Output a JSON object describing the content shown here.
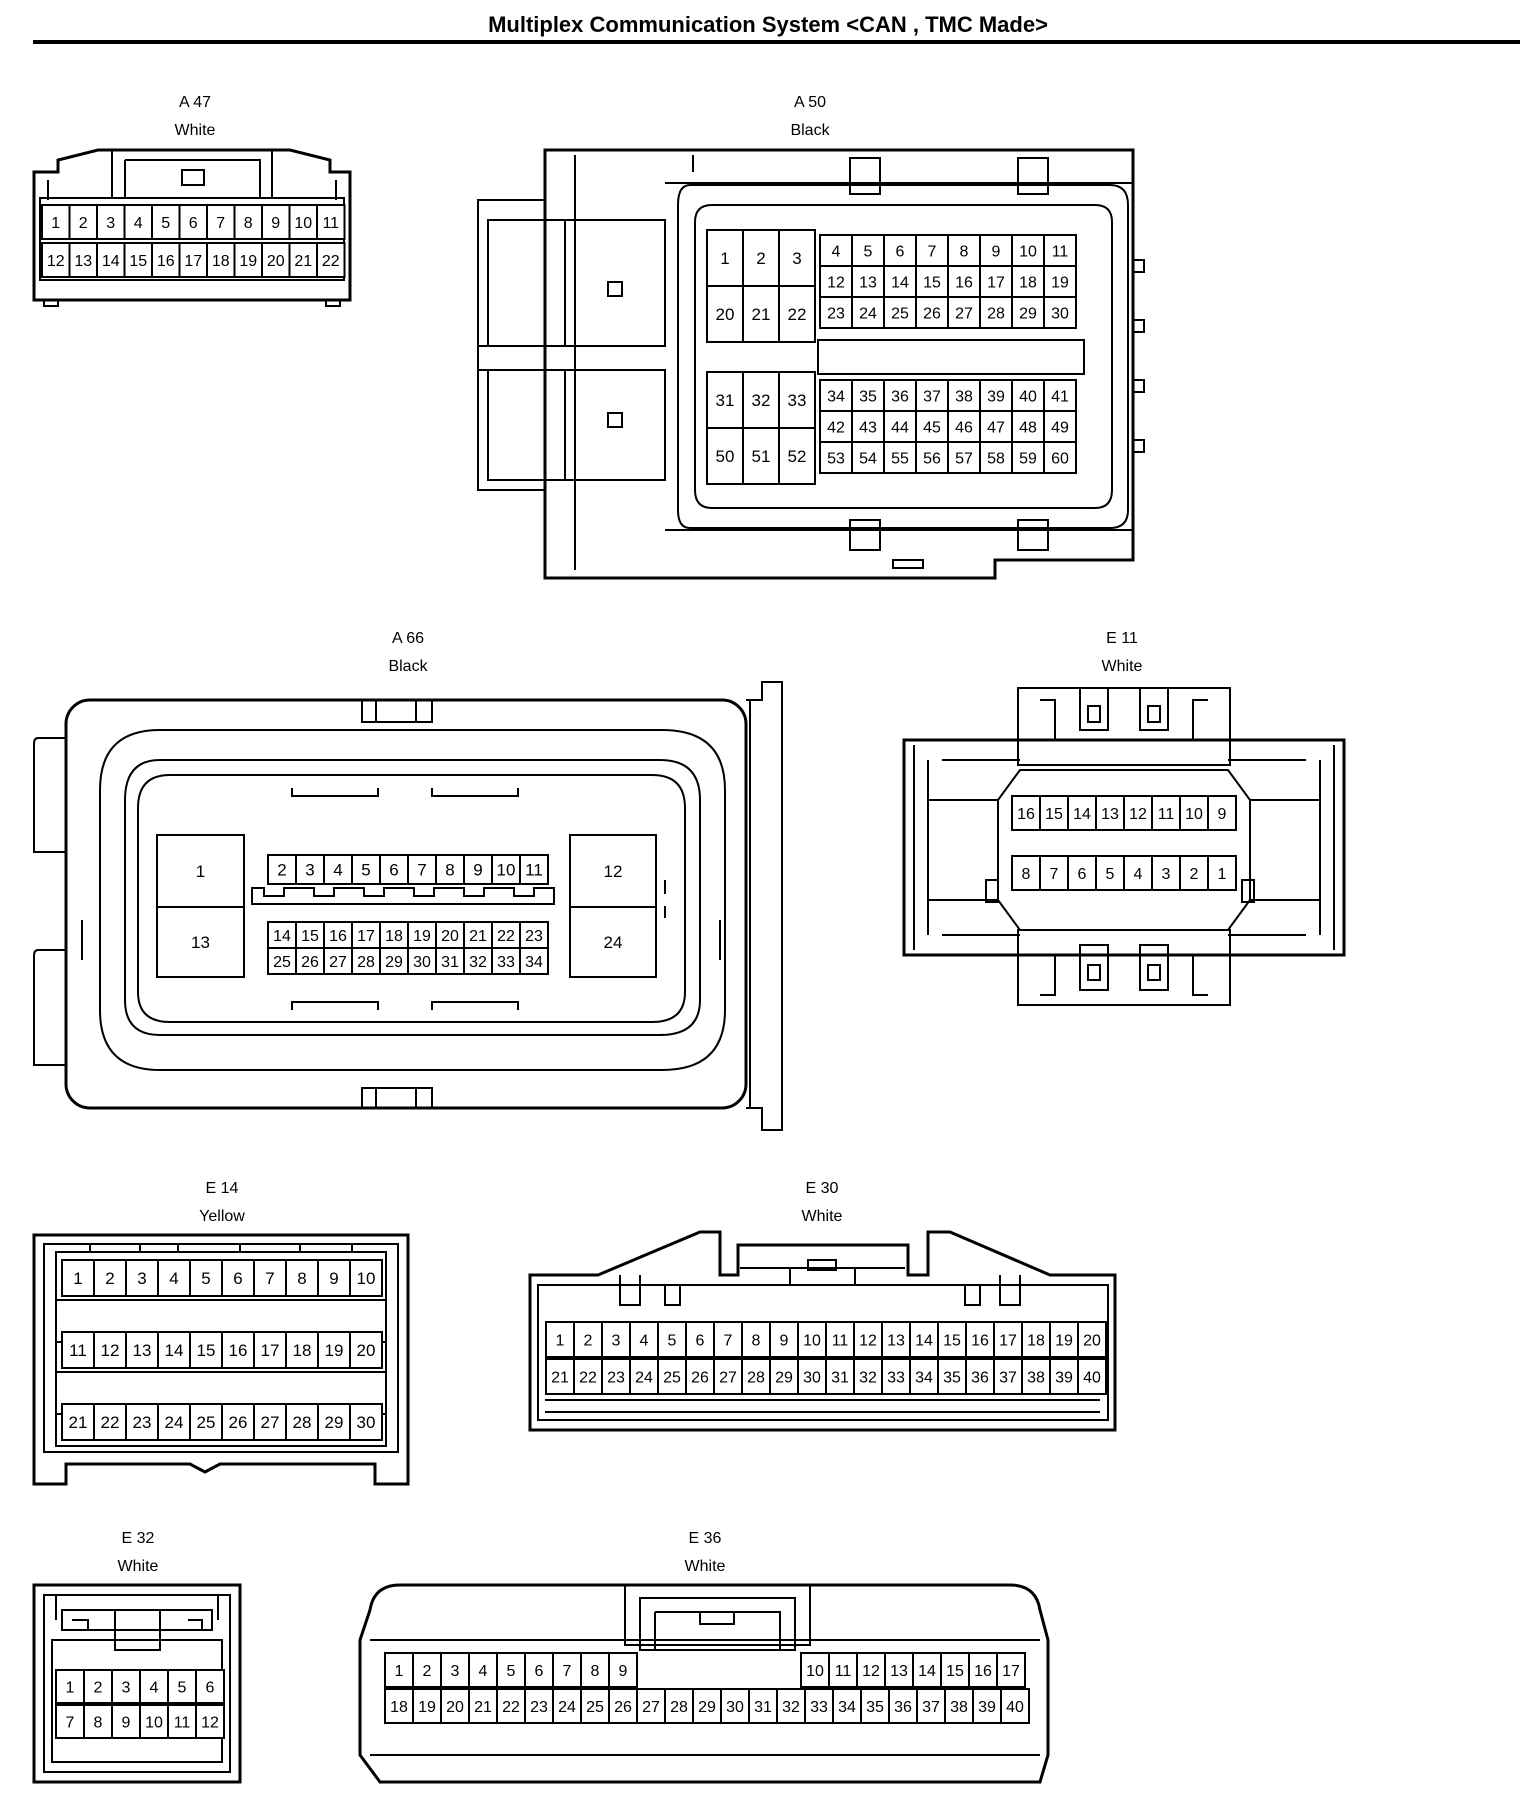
{
  "page": {
    "title": "Multiplex Communication System <CAN , TMC Made>"
  },
  "connectors": {
    "A47": {
      "name": "A 47",
      "color": "White",
      "rows": [
        [
          "1",
          "2",
          "3",
          "4",
          "5",
          "6",
          "7",
          "8",
          "9",
          "10",
          "11"
        ],
        [
          "12",
          "13",
          "14",
          "15",
          "16",
          "17",
          "18",
          "19",
          "20",
          "21",
          "22"
        ]
      ]
    },
    "A50": {
      "name": "A 50",
      "color": "Black",
      "small_top": [
        [
          "1",
          "2",
          "3"
        ],
        [
          "20",
          "21",
          "22"
        ]
      ],
      "grid_top": [
        [
          "4",
          "5",
          "6",
          "7",
          "8",
          "9",
          "10",
          "11"
        ],
        [
          "12",
          "13",
          "14",
          "15",
          "16",
          "17",
          "18",
          "19"
        ],
        [
          "23",
          "24",
          "25",
          "26",
          "27",
          "28",
          "29",
          "30"
        ]
      ],
      "small_bottom": [
        [
          "31",
          "32",
          "33"
        ],
        [
          "50",
          "51",
          "52"
        ]
      ],
      "grid_bottom": [
        [
          "34",
          "35",
          "36",
          "37",
          "38",
          "39",
          "40",
          "41"
        ],
        [
          "42",
          "43",
          "44",
          "45",
          "46",
          "47",
          "48",
          "49"
        ],
        [
          "53",
          "54",
          "55",
          "56",
          "57",
          "58",
          "59",
          "60"
        ]
      ]
    },
    "A66": {
      "name": "A 66",
      "color": "Black",
      "left_large": [
        "1",
        "13"
      ],
      "top_row": [
        "2",
        "3",
        "4",
        "5",
        "6",
        "7",
        "8",
        "9",
        "10",
        "11"
      ],
      "bottom_rows": [
        [
          "14",
          "15",
          "16",
          "17",
          "18",
          "19",
          "20",
          "21",
          "22",
          "23"
        ],
        [
          "25",
          "26",
          "27",
          "28",
          "29",
          "30",
          "31",
          "32",
          "33",
          "34"
        ]
      ],
      "right_large": [
        "12",
        "24"
      ]
    },
    "E11": {
      "name": "E 11",
      "color": "White",
      "rows": [
        [
          "16",
          "15",
          "14",
          "13",
          "12",
          "11",
          "10",
          "9"
        ],
        [
          "8",
          "7",
          "6",
          "5",
          "4",
          "3",
          "2",
          "1"
        ]
      ]
    },
    "E14": {
      "name": "E 14",
      "color": "Yellow",
      "rows": [
        [
          "1",
          "2",
          "3",
          "4",
          "5",
          "6",
          "7",
          "8",
          "9",
          "10"
        ],
        [
          "11",
          "12",
          "13",
          "14",
          "15",
          "16",
          "17",
          "18",
          "19",
          "20"
        ],
        [
          "21",
          "22",
          "23",
          "24",
          "25",
          "26",
          "27",
          "28",
          "29",
          "30"
        ]
      ]
    },
    "E30": {
      "name": "E 30",
      "color": "White",
      "rows": [
        [
          "1",
          "2",
          "3",
          "4",
          "5",
          "6",
          "7",
          "8",
          "9",
          "10",
          "11",
          "12",
          "13",
          "14",
          "15",
          "16",
          "17",
          "18",
          "19",
          "20"
        ],
        [
          "21",
          "22",
          "23",
          "24",
          "25",
          "26",
          "27",
          "28",
          "29",
          "30",
          "31",
          "32",
          "33",
          "34",
          "35",
          "36",
          "37",
          "38",
          "39",
          "40"
        ]
      ]
    },
    "E32": {
      "name": "E 32",
      "color": "White",
      "rows": [
        [
          "1",
          "2",
          "3",
          "4",
          "5",
          "6"
        ],
        [
          "7",
          "8",
          "9",
          "10",
          "11",
          "12"
        ]
      ]
    },
    "E36": {
      "name": "E 36",
      "color": "White",
      "top_left": [
        "1",
        "2",
        "3",
        "4",
        "5",
        "6",
        "7",
        "8",
        "9"
      ],
      "top_right": [
        "10",
        "11",
        "12",
        "13",
        "14",
        "15",
        "16",
        "17"
      ],
      "bottom": [
        "18",
        "19",
        "20",
        "21",
        "22",
        "23",
        "24",
        "25",
        "26",
        "27",
        "28",
        "29",
        "30",
        "31",
        "32",
        "33",
        "34",
        "35",
        "36",
        "37",
        "38",
        "39",
        "40"
      ]
    }
  }
}
